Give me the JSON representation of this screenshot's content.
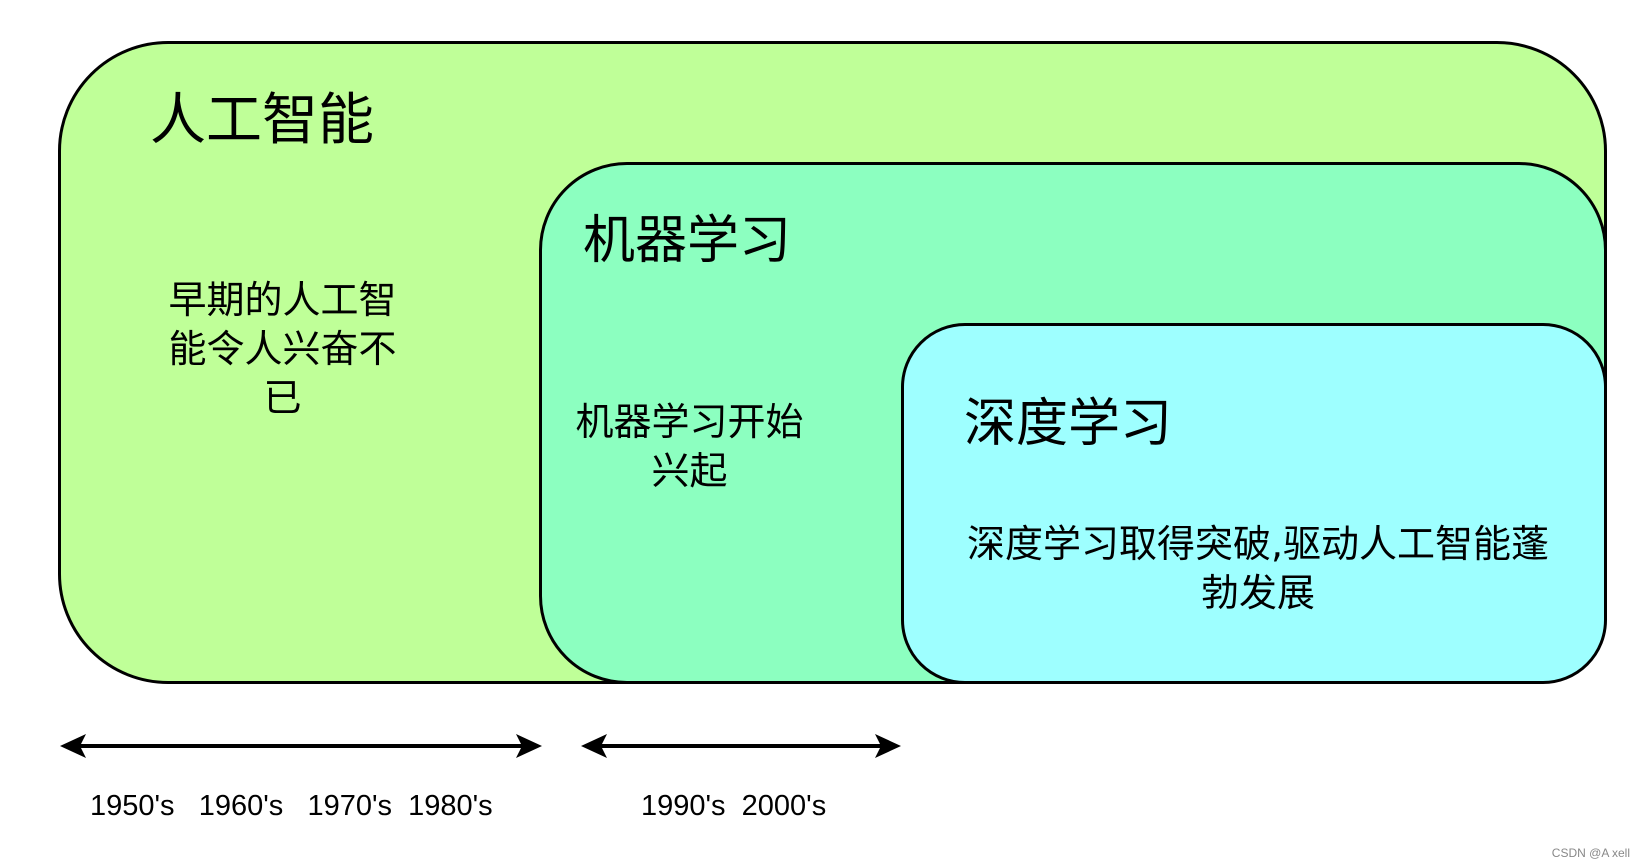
{
  "colors": {
    "ai_fill": "#bfff98",
    "ml_fill": "#8cffc0",
    "dl_fill": "#9effff",
    "stroke": "#000000"
  },
  "ai": {
    "title": "人工智能",
    "desc_lines": [
      "早期的人工智",
      "能令人兴奋不",
      "已"
    ]
  },
  "ml": {
    "title": "机器学习",
    "desc_lines": [
      "机器学习开始",
      "兴起"
    ]
  },
  "dl": {
    "title": "深度学习",
    "desc_lines": [
      "深度学习取得突破,驱动人工智能蓬",
      "勃发展"
    ]
  },
  "timeline": {
    "era_1": "1950's   1960's   1970's  1980's",
    "era_2": "1990's  2000's"
  },
  "watermark": "CSDN @A xell"
}
